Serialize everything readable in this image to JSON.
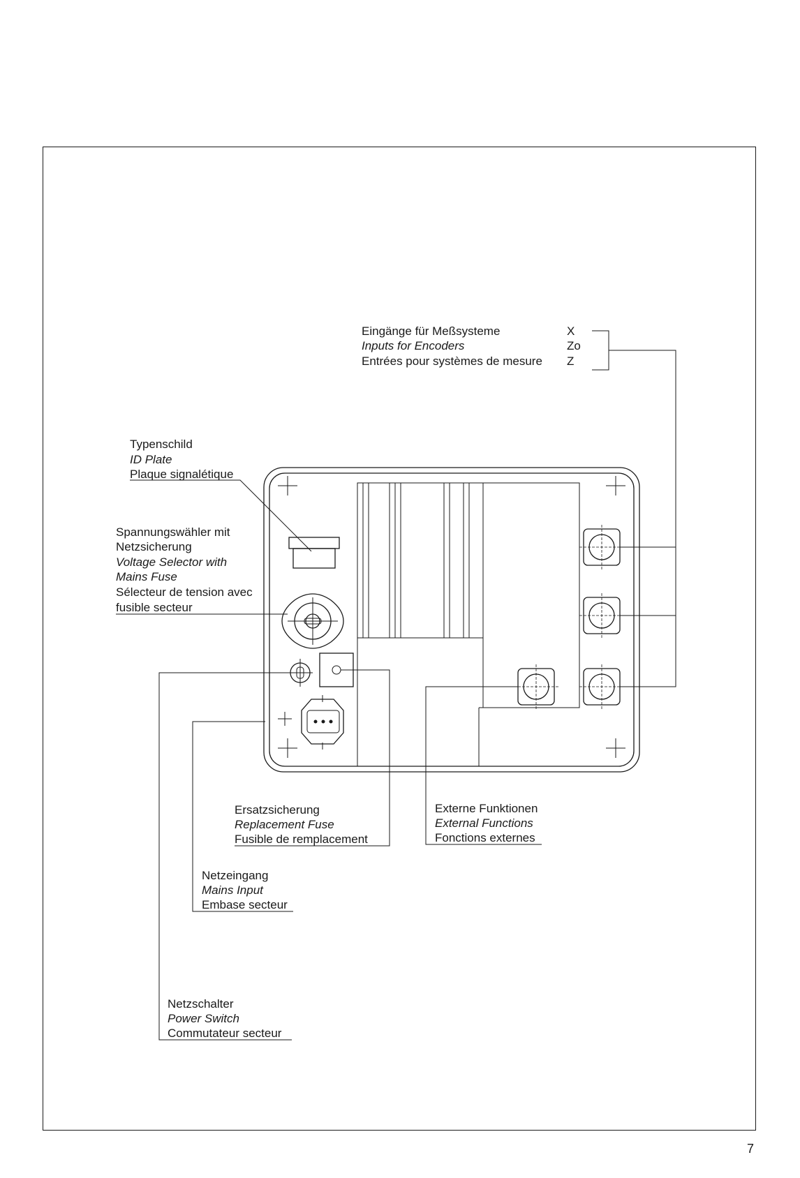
{
  "page_number": "7",
  "labels": {
    "encoders": {
      "de": "Eingänge für Meßsysteme",
      "en": "Inputs for Encoders",
      "fr": "Entrées pour systèmes de mesure",
      "axes": [
        "X",
        "Zo",
        "Z"
      ]
    },
    "id_plate": {
      "de": "Typenschild",
      "en": "ID Plate",
      "fr": "Plaque signalétique"
    },
    "voltage_selector": {
      "de1": "Spannungswähler mit",
      "de2": "Netzsicherung",
      "en1": "Voltage Selector with",
      "en2": "Mains Fuse",
      "fr1": "Sélecteur de tension avec",
      "fr2": "fusible secteur"
    },
    "replacement_fuse": {
      "de": "Ersatzsicherung",
      "en": "Replacement Fuse",
      "fr": "Fusible de remplacement"
    },
    "external_functions": {
      "de": "Externe Funktionen",
      "en": "External Functions",
      "fr": "Fonctions externes"
    },
    "mains_input": {
      "de": "Netzeingang",
      "en": "Mains Input",
      "fr": "Embase secteur"
    },
    "power_switch": {
      "de": "Netzschalter",
      "en": "Power Switch",
      "fr": "Commutateur secteur"
    }
  }
}
